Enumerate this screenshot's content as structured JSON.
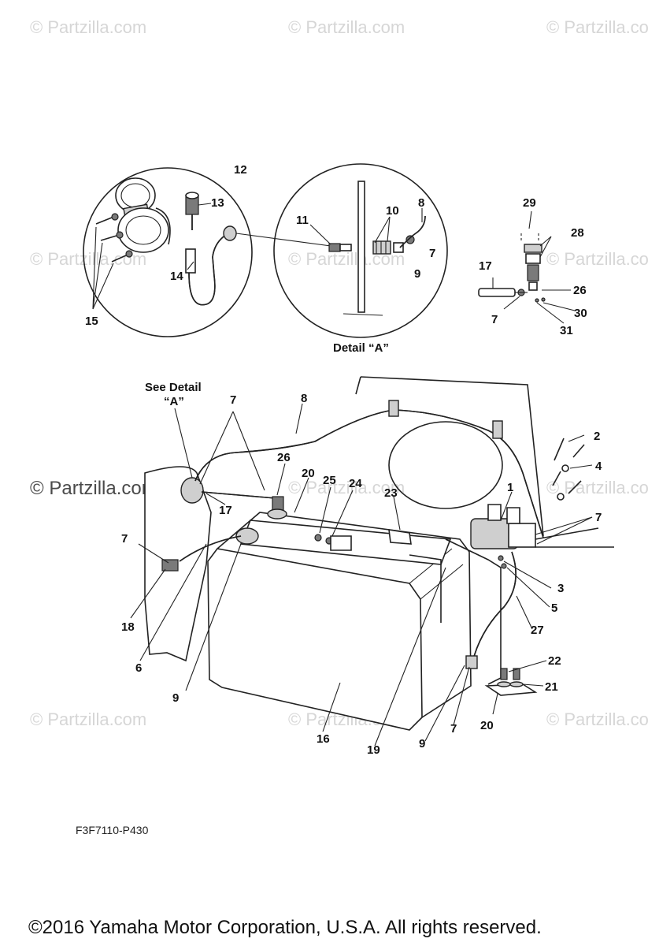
{
  "watermark": {
    "text": "© Partzilla.com"
  },
  "detail": {
    "see_detail_line1": "See Detail",
    "see_detail_line2": "“A”",
    "detail_label": "Detail “A”"
  },
  "callouts": {
    "c1": "1",
    "c2": "2",
    "c3": "3",
    "c4": "4",
    "c5": "5",
    "c6": "6",
    "c7": "7",
    "c8": "8",
    "c9": "9",
    "c10": "10",
    "c11": "11",
    "c12": "12",
    "c13": "13",
    "c14": "14",
    "c15": "15",
    "c16": "16",
    "c17": "17",
    "c18": "18",
    "c19": "19",
    "c20": "20",
    "c21": "21",
    "c22": "22",
    "c23": "23",
    "c24": "24",
    "c25": "25",
    "c26": "26",
    "c27": "27",
    "c28": "28",
    "c29": "29",
    "c30": "30",
    "c31": "31"
  },
  "footer": {
    "part_code": "F3F7110-P430",
    "copyright": "©2016  Yamaha Motor Corporation, U.S.A. All rights reserved."
  }
}
